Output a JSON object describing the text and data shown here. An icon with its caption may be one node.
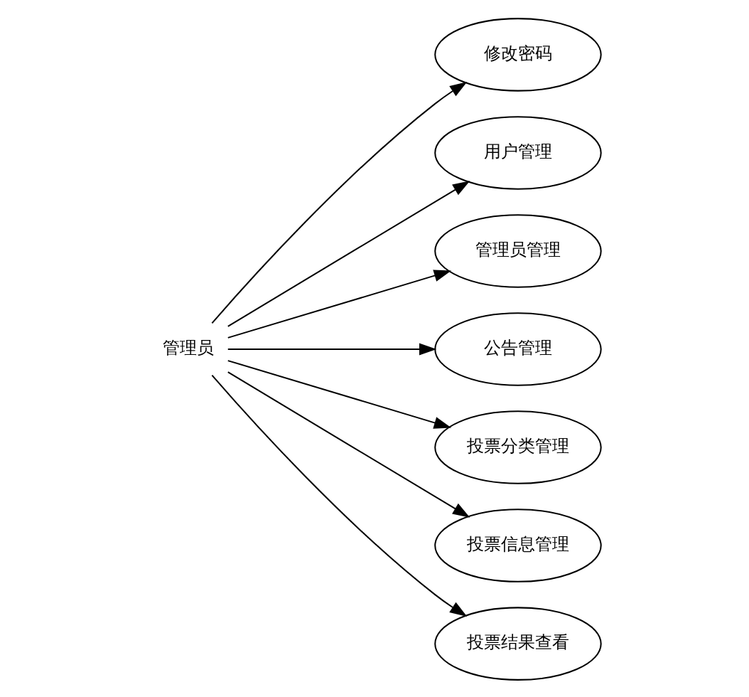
{
  "diagram": {
    "nodes": [
      {
        "text": [
          "管理员"
        ]
      },
      {
        "text": [
          "修改密码"
        ]
      },
      {
        "text": [
          "用户管理"
        ]
      },
      {
        "text": [
          "管理员管理"
        ]
      },
      {
        "text": [
          "公告管理"
        ]
      },
      {
        "text": [
          "投票分类管理"
        ]
      },
      {
        "text": [
          "投票信息管理"
        ]
      },
      {
        "text": [
          "投票结果查看"
        ]
      }
    ],
    "edges": [
      {
        "from": 0,
        "to": 1,
        "arrow": "to"
      },
      {
        "from": 0,
        "to": 2,
        "arrow": "to"
      },
      {
        "from": 0,
        "to": 3,
        "arrow": "to"
      },
      {
        "from": 0,
        "to": 4,
        "arrow": "to"
      },
      {
        "from": 0,
        "to": 5,
        "arrow": "to"
      },
      {
        "from": 0,
        "to": 6,
        "arrow": "to"
      },
      {
        "from": 0,
        "to": 7,
        "arrow": "to"
      }
    ]
  }
}
